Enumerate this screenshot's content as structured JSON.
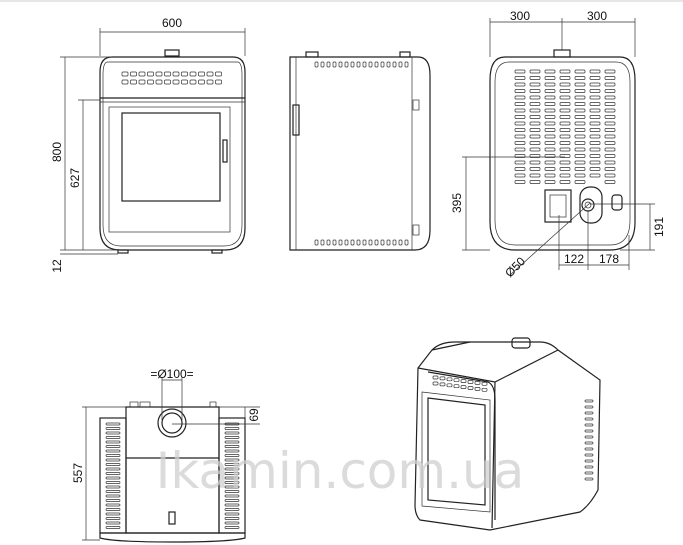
{
  "front_view": {
    "width_dim": "600",
    "height_dim": "800",
    "door_height_dim": "627",
    "foot_dim": "12"
  },
  "back_view": {
    "half_width_left": "300",
    "half_width_right": "300",
    "outlet_height_dim": "395",
    "inlet_height_dim": "191",
    "outlet_offset_dim": "122",
    "inlet_offset_dim": "178",
    "outlet_diameter_dim": "Ø50"
  },
  "top_view": {
    "flue_diameter_dim": "=Ø100=",
    "flue_offset_dim": "69",
    "depth_dim": "557"
  },
  "watermark": "Ikamin.com.ua",
  "colors": {
    "line": "#222222",
    "watermark": "#cfcfcf"
  }
}
